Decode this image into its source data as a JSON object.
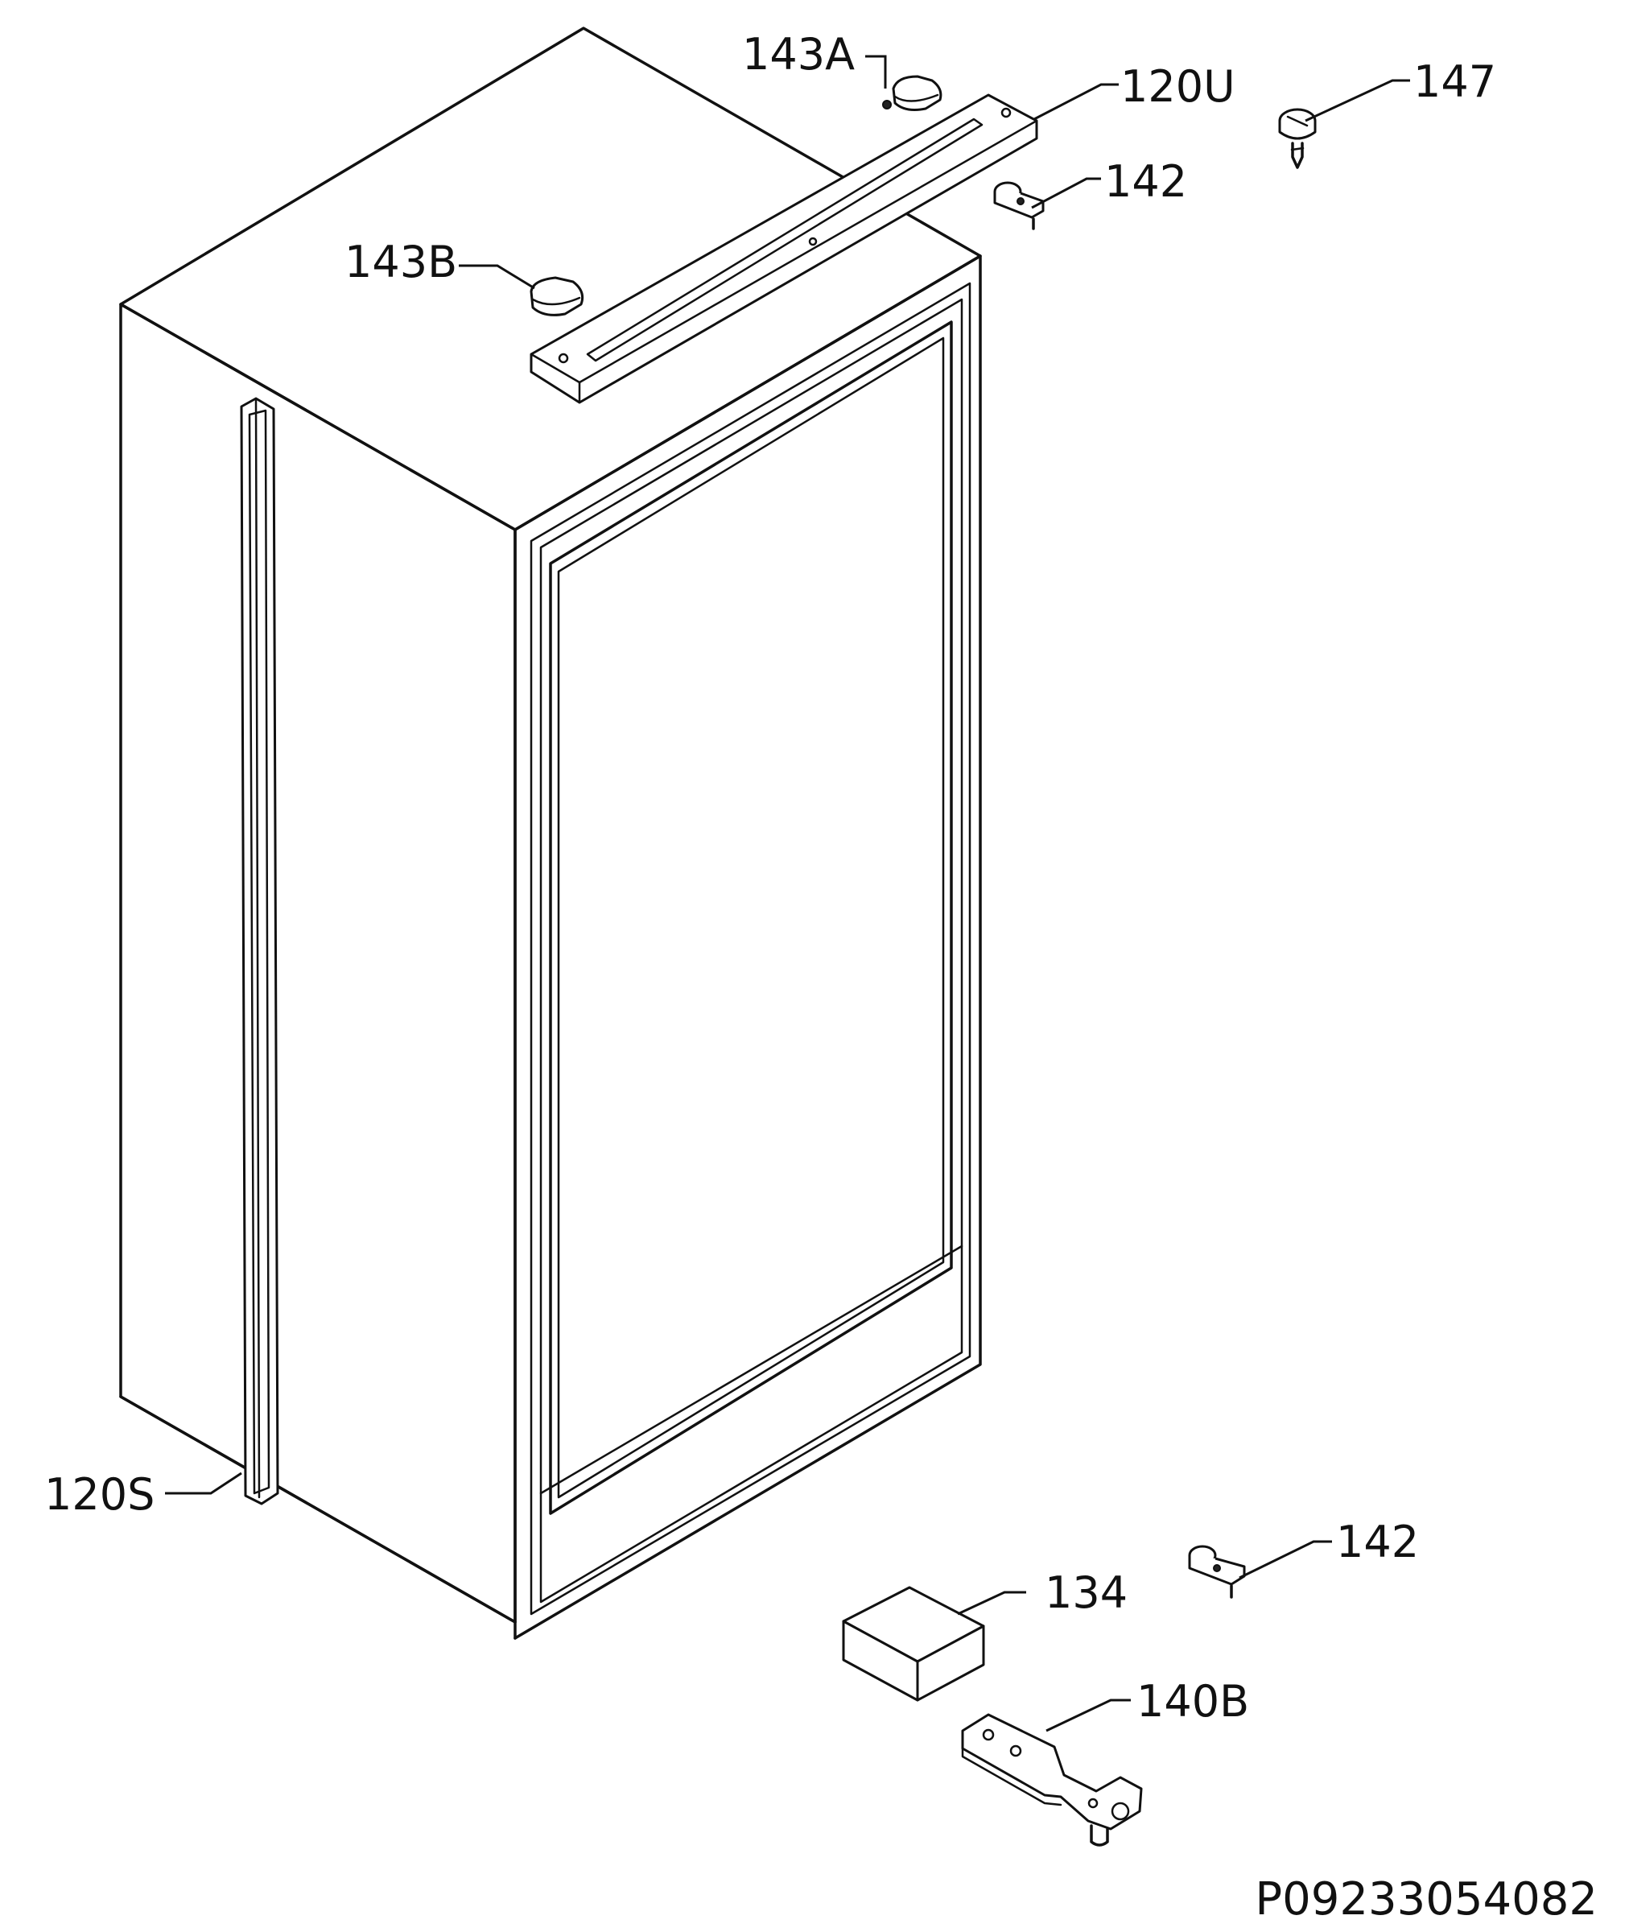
{
  "callouts": {
    "c143A": "143A",
    "c120U": "120U",
    "c147": "147",
    "c142_top": "142",
    "c143B": "143B",
    "c120S": "120S",
    "c142_bottom": "142",
    "c134": "134",
    "c140B": "140B"
  },
  "document_number": "P09233054082"
}
